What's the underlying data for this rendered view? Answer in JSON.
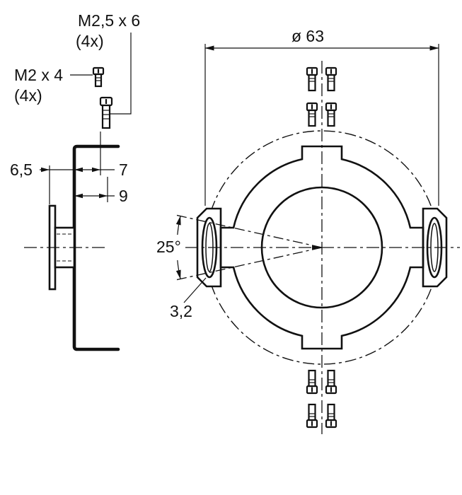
{
  "labels": {
    "screw_spec_m25": "M2,5 x 6",
    "screw_spec_m25_qty": "(4x)",
    "screw_spec_m2": "M2 x 4",
    "screw_spec_m2_qty": "(4x)",
    "dim_offset": "6,5",
    "dim_depth_7": "7",
    "dim_depth_9": "9",
    "dim_diameter": "ø 63",
    "dim_angle": "25°",
    "dim_slot": "3,2"
  },
  "colors": {
    "line": "#111111",
    "background": "#ffffff"
  }
}
